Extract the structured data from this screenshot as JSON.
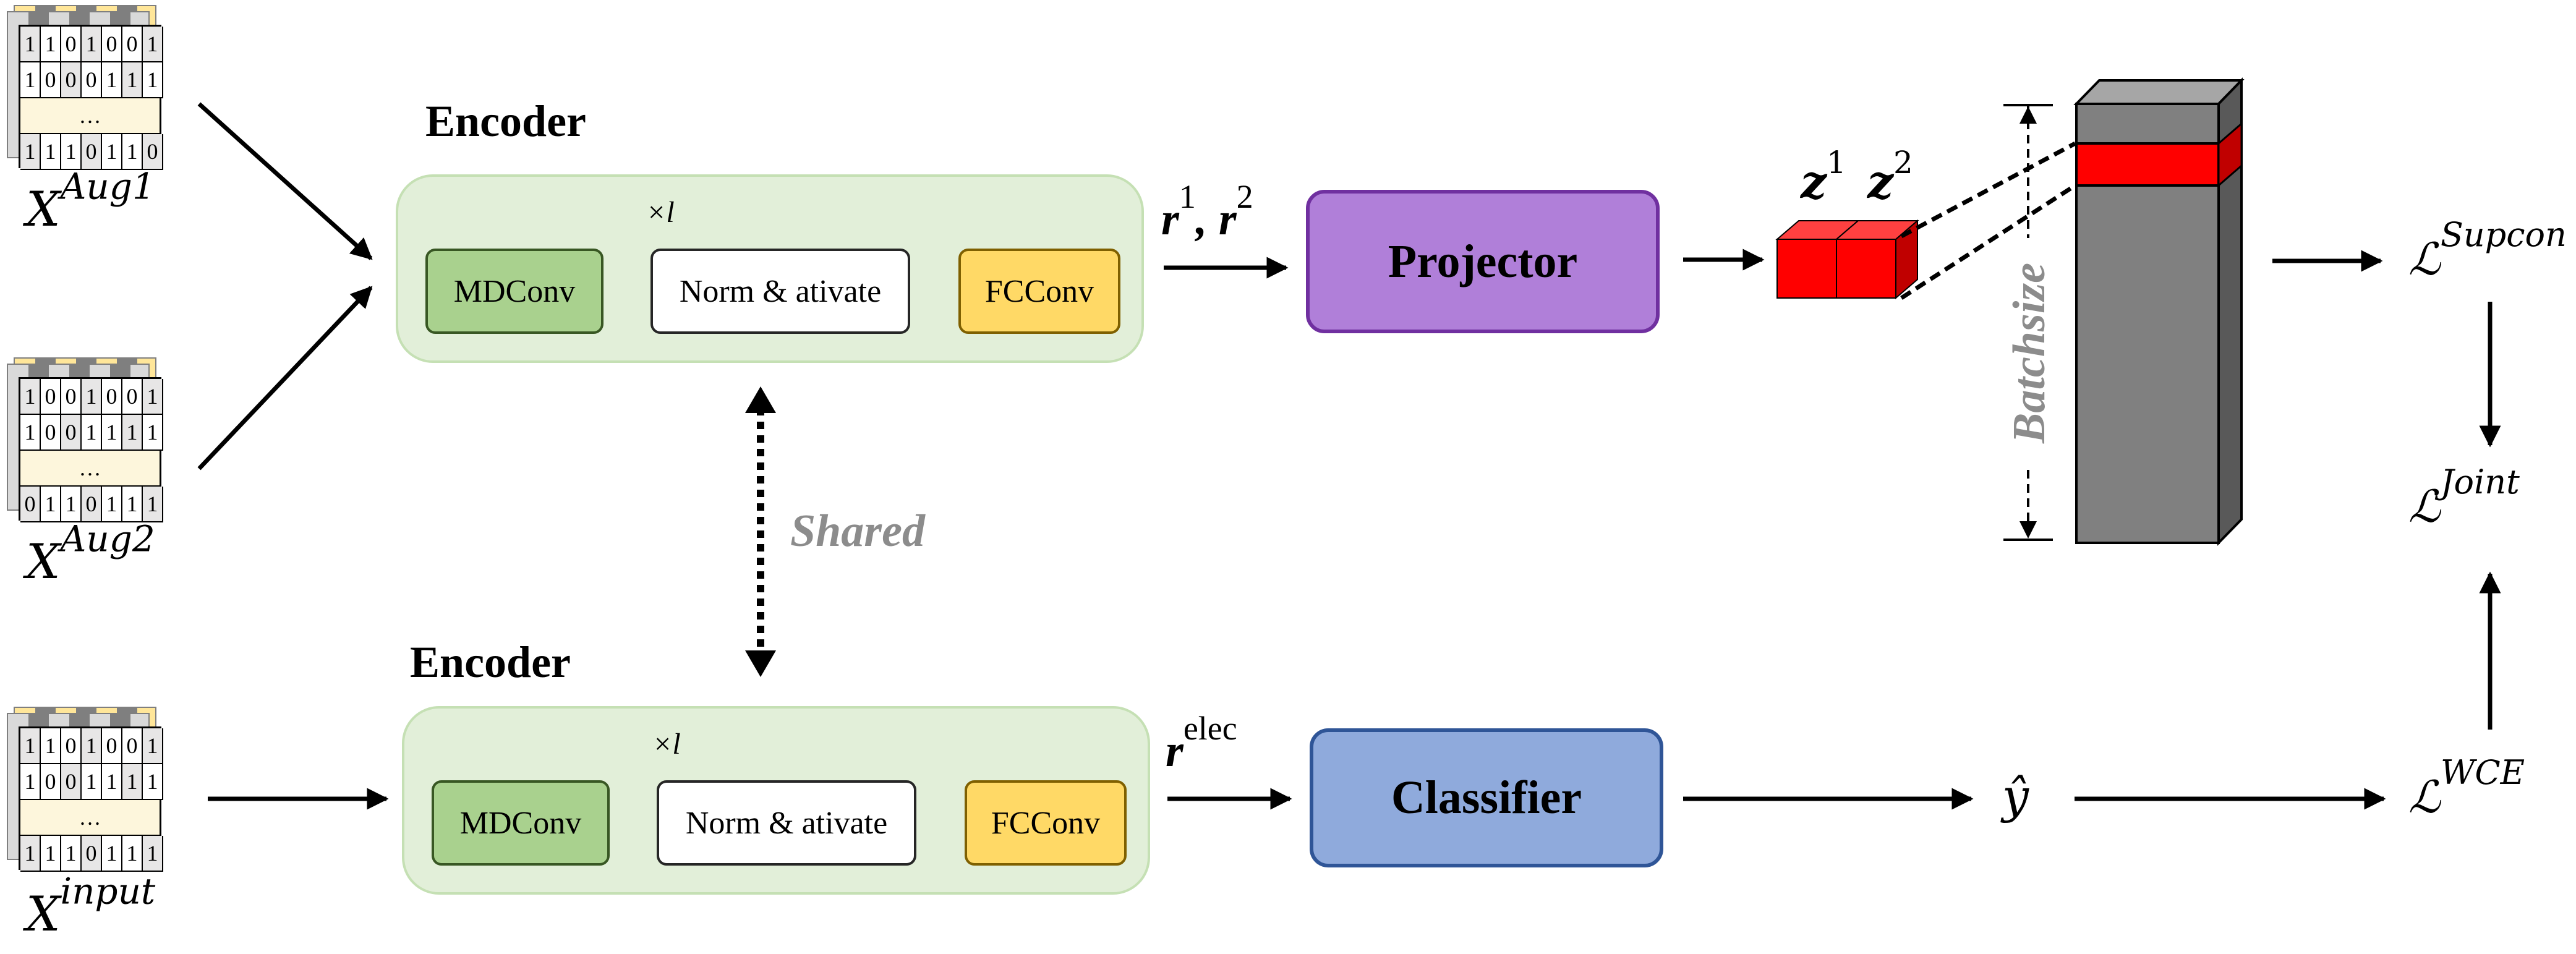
{
  "encoders": [
    {
      "title": "Encoder",
      "repeat": "×l",
      "blocks": {
        "mdconv": "MDConv",
        "norm": "Norm & ativate",
        "fcconv": "FCConv"
      }
    },
    {
      "title": "Encoder",
      "repeat": "×l",
      "blocks": {
        "mdconv": "MDConv",
        "norm": "Norm & ativate",
        "fcconv": "FCConv"
      }
    }
  ],
  "shared_label": "Shared",
  "projector_label": "Projector",
  "classifier_label": "Classifier",
  "representations": {
    "contrastive": {
      "base1": "r",
      "sup1": "1",
      "sep": ", ",
      "base2": "r",
      "sup2": "2"
    },
    "elec": {
      "base": "r",
      "sup": "elec"
    }
  },
  "embeddings": {
    "z1_base": "z",
    "z1_sup": "1",
    "z2_base": "z",
    "z2_sup": "2"
  },
  "batchsize_label": "Batchsize",
  "prediction": "ŷ",
  "losses": {
    "supcon": {
      "base": "ℒ",
      "sup": "Supcon"
    },
    "joint": {
      "base": "ℒ",
      "sup": "Joint"
    },
    "wce": {
      "base": "ℒ",
      "sup": "WCE"
    }
  },
  "inputs": [
    {
      "base": "X",
      "sup": "Aug1",
      "rows": [
        [
          "1",
          "1",
          "0",
          "1",
          "0",
          "0",
          "1"
        ],
        [
          "1",
          "0",
          "0",
          "0",
          "1",
          "1",
          "1"
        ],
        [
          "…"
        ],
        [
          "1",
          "1",
          "1",
          "0",
          "1",
          "1",
          "0"
        ]
      ]
    },
    {
      "base": "X",
      "sup": "Aug2",
      "rows": [
        [
          "1",
          "0",
          "0",
          "1",
          "0",
          "0",
          "1"
        ],
        [
          "1",
          "0",
          "0",
          "1",
          "1",
          "1",
          "1"
        ],
        [
          "…"
        ],
        [
          "0",
          "1",
          "1",
          "0",
          "1",
          "1",
          "1"
        ]
      ]
    },
    {
      "base": "X",
      "sup": "input",
      "rows": [
        [
          "1",
          "1",
          "0",
          "1",
          "0",
          "0",
          "1"
        ],
        [
          "1",
          "0",
          "0",
          "1",
          "1",
          "1",
          "1"
        ],
        [
          "…"
        ],
        [
          "1",
          "1",
          "1",
          "0",
          "1",
          "1",
          "1"
        ]
      ]
    }
  ],
  "colors": {
    "encoder_panel": "#e2efd9",
    "mdconv": "#a9d18e",
    "fcconv": "#ffd966",
    "projector": "#b07fd9",
    "classifier": "#8faadc",
    "embedding": "#ff0000",
    "batch_column": "#808080",
    "shared_text": "#8c8c8c"
  }
}
